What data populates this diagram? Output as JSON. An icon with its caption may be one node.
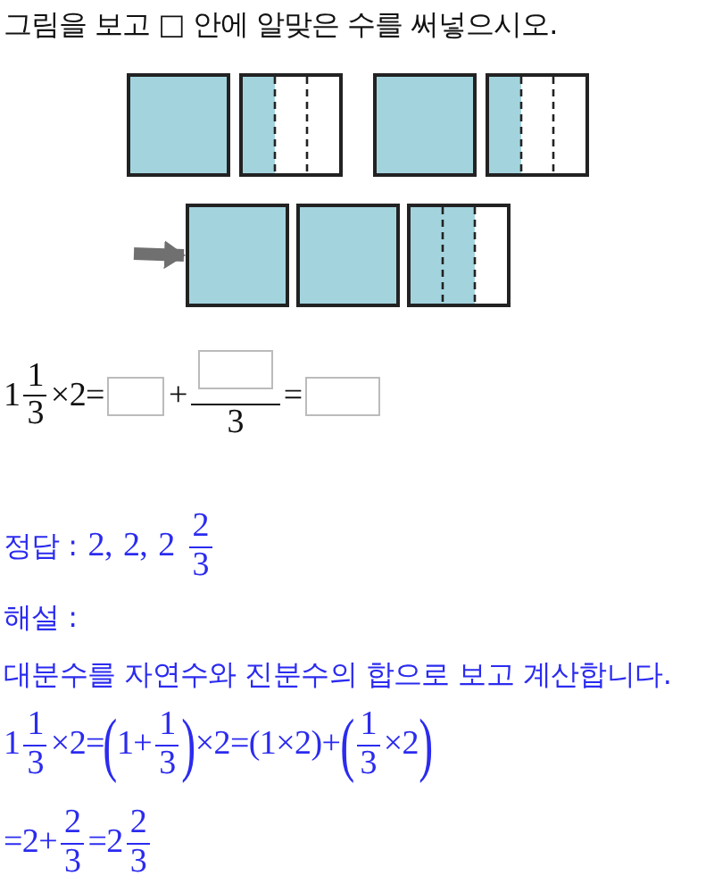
{
  "diagram": {
    "title": "그림을 보고 □ 안에 알맞은 수를 써넣으시오.",
    "nodes": [
      {
        "text": [],
        "shape": "box"
      },
      {
        "text": [],
        "shape": "box"
      },
      {
        "text": [],
        "shape": "box"
      },
      {
        "text": [],
        "shape": "box"
      },
      {
        "text": [],
        "shape": "box"
      },
      {
        "text": [],
        "shape": "box"
      },
      {
        "text": [],
        "shape": "box"
      }
    ],
    "edges": [
      {
        "from": null,
        "to": 4,
        "arrow": "to"
      }
    ],
    "labels": [
      "1",
      "1",
      "3",
      "×2=",
      "+",
      "3",
      "=",
      "정답 :",
      "2,",
      "2,",
      "2",
      "2",
      "3",
      "해설 :",
      "대분수를 자연수와 진분수의 합으로 보고 계산합니다.",
      "1",
      "1",
      "3",
      "×2=",
      "(",
      "1+",
      "1",
      "3",
      ")",
      "×2=",
      "(1×2)+",
      "(",
      "1",
      "3",
      "×2",
      ")",
      "=2+",
      "2",
      "3",
      "=2",
      "2",
      "3"
    ]
  }
}
